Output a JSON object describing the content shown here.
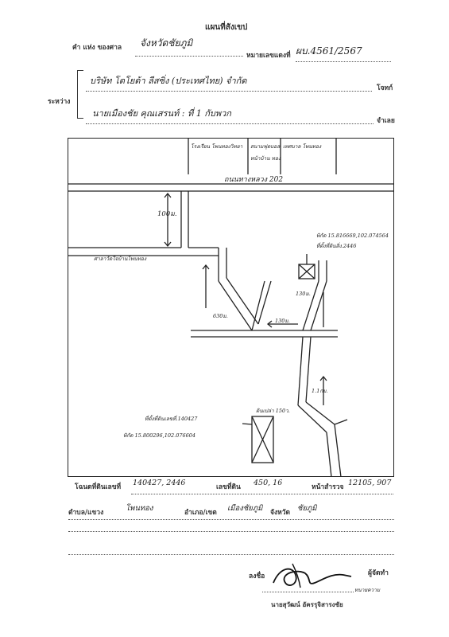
{
  "header": {
    "title": "แผนที่สังเขป",
    "line1": {
      "prefix": "คำ แห่ง ของศาล",
      "court": "จังหวัดชัยภูมิ",
      "case_label": "หมายเลขแดงที่",
      "case_number": "ผบ.4561/2567"
    },
    "rawang_label": "ระหว่าง",
    "plaintiff": {
      "text": "บริษัท โตโยต้า ลีสซิ่ง (ประเทศไทย) จำกัด",
      "role": "โจทก์"
    },
    "defendant": {
      "text": "นายเมืองชัย คุณเสรนท์ : ที่ 1 กับพวก",
      "role": "จำเลย"
    }
  },
  "map": {
    "top_boxes": [
      "โรงเรียน โพนทองวิทยา",
      "สนามฟุตบอล",
      "หน้าบ้าน ทอง",
      "เทศบาล โพนทอง"
    ],
    "road_label": "ถนนทางหลวง 202",
    "dist_left": "100ม.",
    "temple_label": "ศาลาวัดใจบ้านโพนทอง",
    "dist_630": "630ม.",
    "dist_130_mid": "130ม.",
    "dist_130_right": "130ม.",
    "coord_top": "พิกัด 15.816669,102.074564",
    "parcel_top": "ที่ตั้งที่ดินสิ่ง.2446",
    "dist_1km": "1.1กม.",
    "land_label": "ดินเปล่า 150ว.",
    "parcel_bottom": "ที่ตั้งที่ดินเลขที่.140427",
    "coord_bottom": "พิกัด 15.800296,102.076604"
  },
  "details": {
    "deed_label": "โฉนดที่ดินเลขที่",
    "deed_value": "140427, 2446",
    "land_no_label": "เลขที่ดิน",
    "land_no_value": "450, 16",
    "survey_label": "หน้าสำรวจ",
    "survey_value": "12105, 907",
    "tambon_label": "ตำบล/แขวง",
    "tambon_value": "โพนทอง",
    "amphoe_label": "อำเภอ/เขต",
    "amphoe_value": "เมืองชัยภูมิ",
    "province_label": "จังหวัด",
    "province_value": "ชัยภูมิ"
  },
  "signature": {
    "sign_label": "ลงชื่อ",
    "role": "ผู้จัดทำ",
    "name": "นายสุวัฒน์ อัครรุจิสารงชัย",
    "side_note": "ทนายความ"
  }
}
